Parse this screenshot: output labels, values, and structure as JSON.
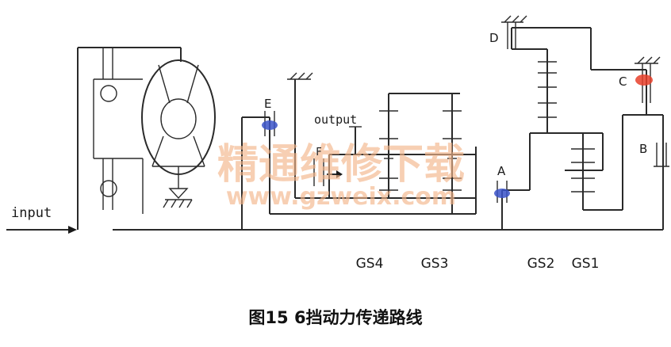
{
  "diagram": {
    "labels": {
      "input": "input",
      "output": "output",
      "clutch_e": "E",
      "clutch_a": "A",
      "brake_b": "B",
      "brake_c": "C",
      "brake_d": "D",
      "clutch_f": "F"
    },
    "gear_sets": [
      "GS4",
      "GS3",
      "GS2",
      "GS1"
    ],
    "markers": {
      "clutch_e_color": "#3a52c8",
      "clutch_a_color": "#3a52c8",
      "brake_c_color": "#e8402a"
    },
    "power_flow_arrow": "→"
  },
  "watermark": {
    "chinese": "精通维修下载",
    "url": "www.gzweix.com"
  },
  "caption": "图15 6挡动力传递路线"
}
